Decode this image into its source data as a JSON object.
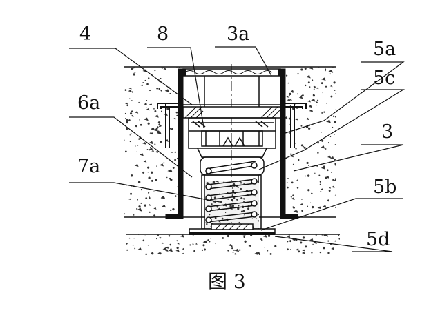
{
  "figure": {
    "caption": "图 3",
    "labels": {
      "l4": "4",
      "l8": "8",
      "l3a": "3a",
      "l5a": "5a",
      "l5c": "5c",
      "l6a": "6a",
      "l3": "3",
      "l7a": "7a",
      "l5b": "5b",
      "l5d": "5d"
    }
  },
  "colors": {
    "ink": "#111111",
    "paper": "#ffffff",
    "hatch": "#444444"
  }
}
